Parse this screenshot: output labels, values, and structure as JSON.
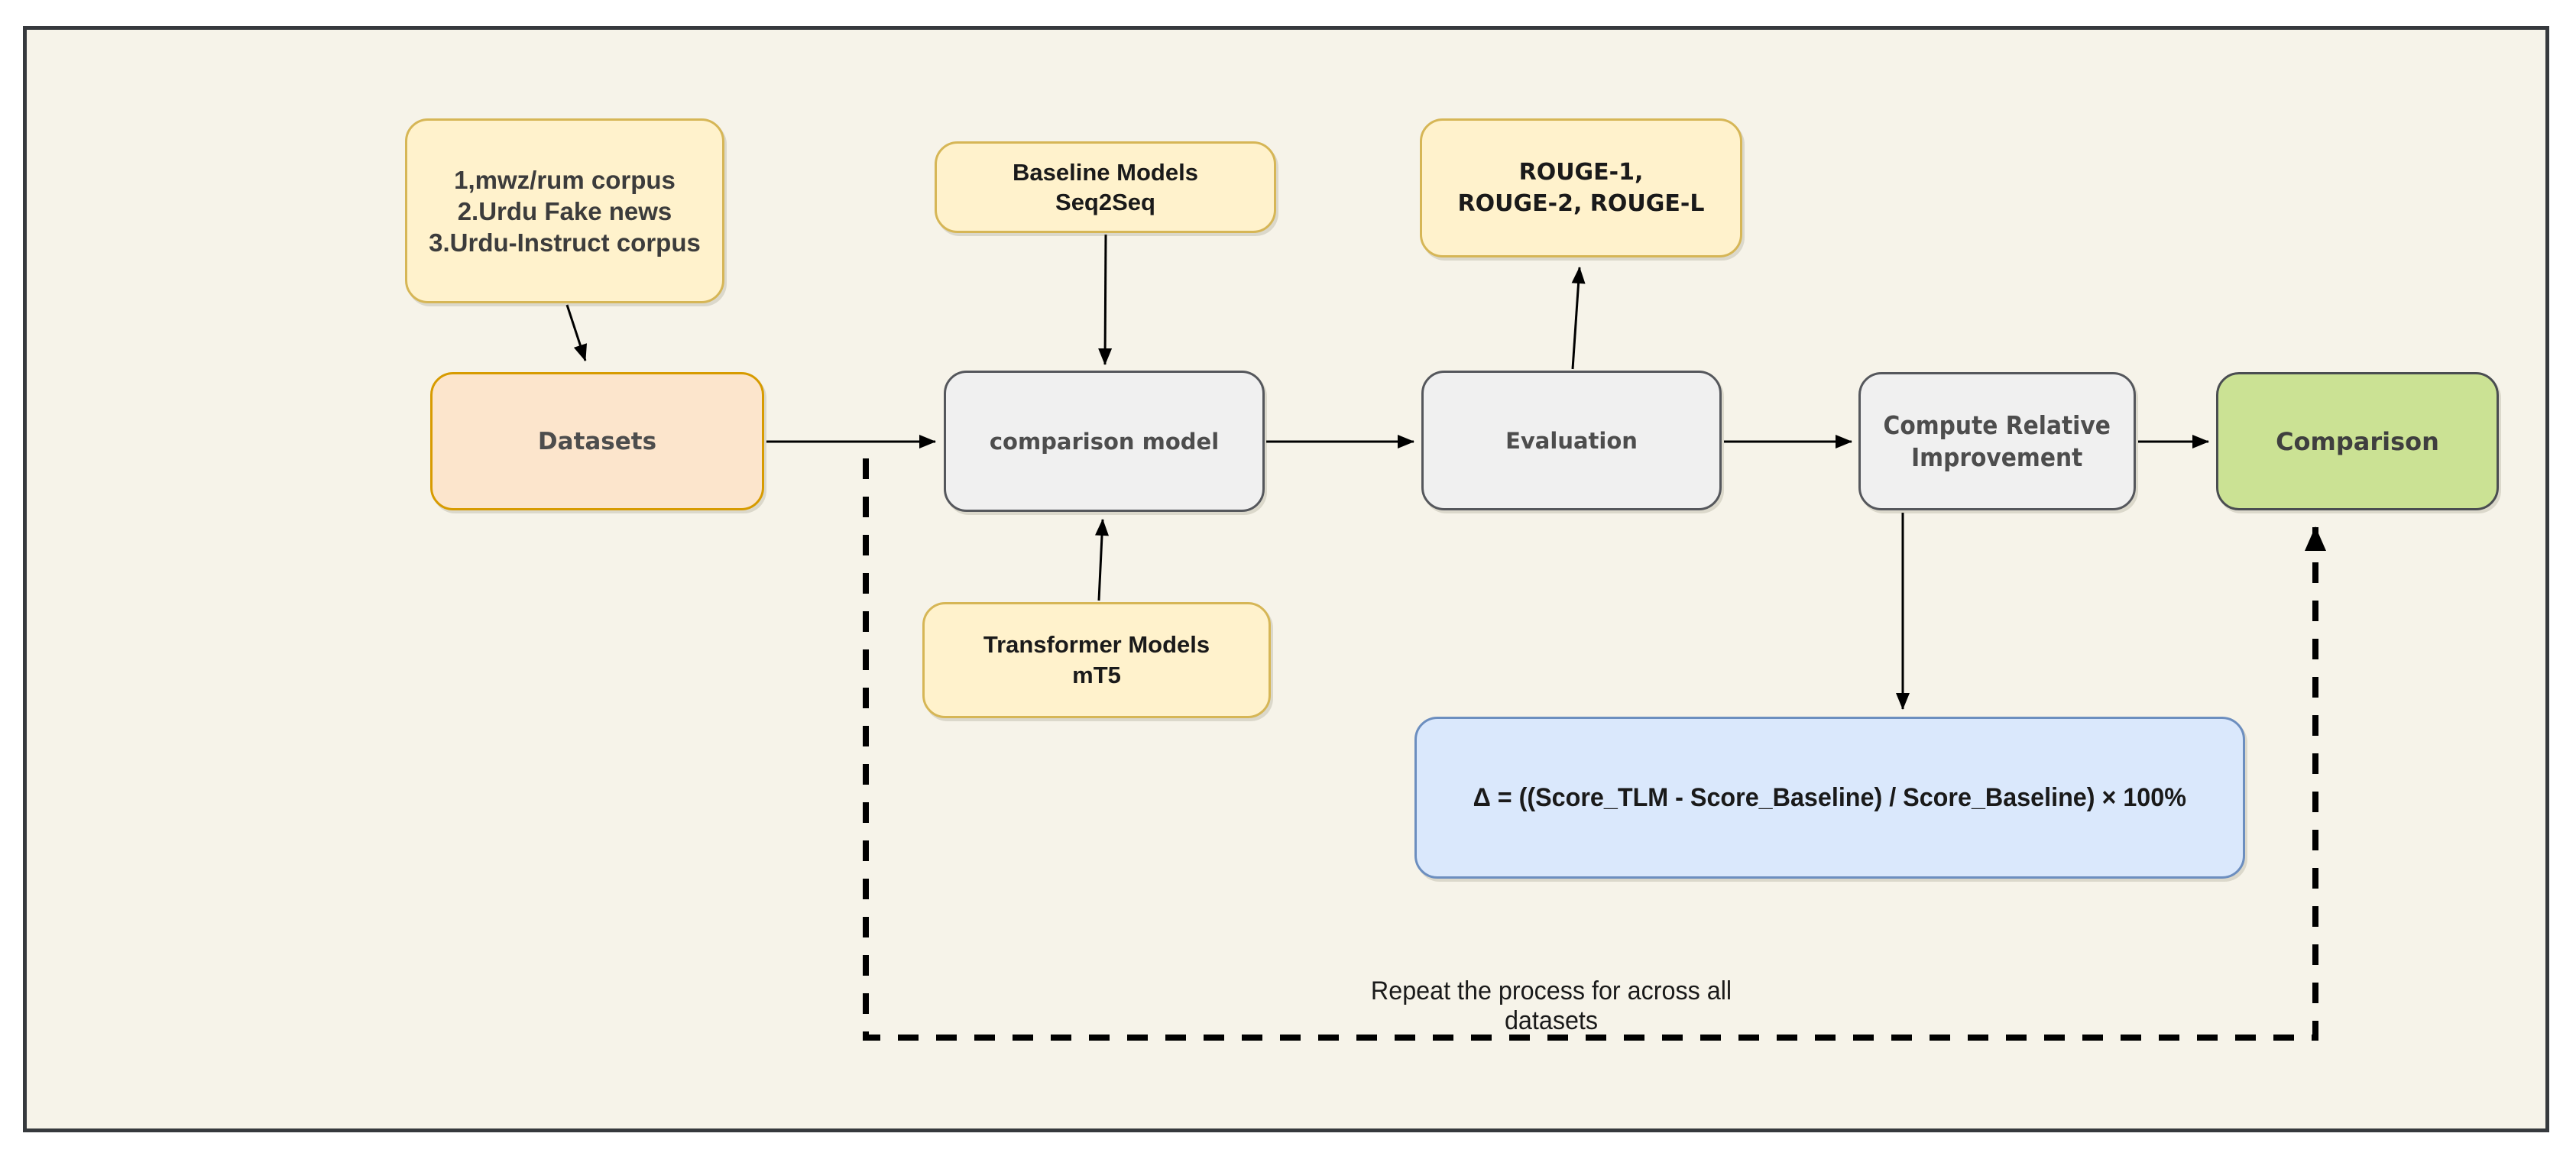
{
  "canvas": {
    "background": "#F6F3E9",
    "frame_border": "#36393D",
    "arrow_color": "#000000"
  },
  "nodes": {
    "corpus_list": {
      "label": "1,mwz/rum corpus\n2.Urdu Fake news\n3.Urdu-Instruct corpus",
      "fill": "#FFF2CC",
      "border": "#D6B656"
    },
    "datasets": {
      "label": "Datasets",
      "fill": "#FCE5CC",
      "border": "#D79B00"
    },
    "baseline_models": {
      "label": "Baseline Models\nSeq2Seq",
      "fill": "#FFF2CC",
      "border": "#D6B656"
    },
    "comparison_model": {
      "label": "comparison model",
      "fill": "#F0F0F0",
      "border": "#55575C"
    },
    "transformer_models": {
      "label": "Transformer Models\nmT5",
      "fill": "#FFF2CC",
      "border": "#D6B656"
    },
    "rouge_metrics": {
      "label": "ROUGE-1,\nROUGE-2, ROUGE-L",
      "fill": "#FFF2CC",
      "border": "#D6B656"
    },
    "evaluation": {
      "label": "Evaluation",
      "fill": "#F0F0F0",
      "border": "#55575C"
    },
    "compute_relative_improvement": {
      "label": "Compute Relative\nImprovement",
      "fill": "#F0F0F0",
      "border": "#55575C"
    },
    "comparison": {
      "label": "Comparison",
      "fill": "#CBE294",
      "border": "#4A4D51"
    },
    "formula": {
      "label": "Δ = ((Score_TLM - Score_Baseline) / Score_Baseline) × 100%",
      "fill": "#DAE8FC",
      "border": "#6C8EBF"
    }
  },
  "loop": {
    "label": "Repeat the process for across all datasets"
  }
}
